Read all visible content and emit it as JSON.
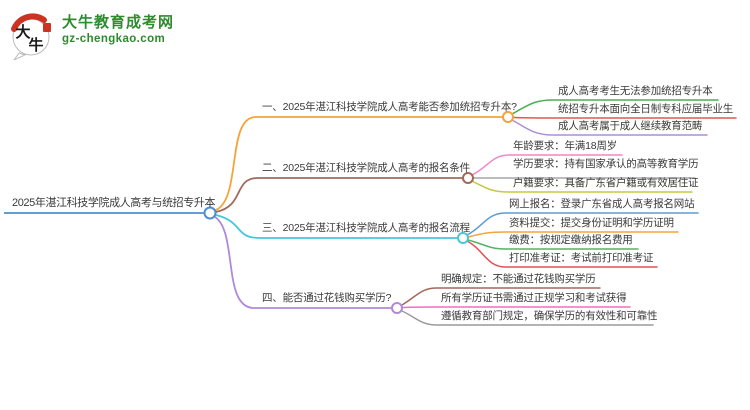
{
  "logo": {
    "title": "大牛教育成考网",
    "url": "gz-chengkao.com",
    "emblem_char_1": "大",
    "emblem_char_2": "牛",
    "brand_green": "#2e8b2e",
    "brand_red": "#cc3322"
  },
  "palette": {
    "root_blue": "#4a90d2",
    "branch1_orange": "#f5a33c",
    "branch2_brown": "#a0695a",
    "branch3_cyan": "#45c8dc",
    "branch4_purple": "#b08ad8",
    "green": "#4caf50",
    "red": "#e25554",
    "light_purple": "#ab8fd6",
    "pink": "#ef86c3",
    "gray": "#a5a5a5",
    "yellow_green": "#c5c93e",
    "blue": "#5b9bd5",
    "orange": "#f5a33c",
    "mid_green": "#53b365",
    "soft_red": "#e05156",
    "magenta_pink": "#ee6fc0",
    "dark_gray": "#9a9a9a"
  },
  "mindmap": {
    "root": {
      "label": "2025年湛江科技学院成人高考与统招专升本",
      "color": "#4a90d2"
    },
    "branches": [
      {
        "label": "一、2025年湛江科技学院成人高考能否参加统招专升本?",
        "color": "#f5a33c",
        "children": [
          {
            "label": "成人高考考生无法参加统招专升本",
            "color": "#4caf50"
          },
          {
            "label": "统招专升本面向全日制专科应届毕业生",
            "color": "#e25554"
          },
          {
            "label": "成人高考属于成人继续教育范畴",
            "color": "#ab8fd6"
          }
        ]
      },
      {
        "label": "二、2025年湛江科技学院成人高考的报名条件",
        "color": "#a0695a",
        "children": [
          {
            "label": "年龄要求：年满18周岁",
            "color": "#ef86c3"
          },
          {
            "label": "学历要求：持有国家承认的高等教育学历",
            "color": "#a5a5a5"
          },
          {
            "label": "户籍要求：具备广东省户籍或有效居住证",
            "color": "#c5c93e"
          }
        ]
      },
      {
        "label": "三、2025年湛江科技学院成人高考的报名流程",
        "color": "#45c8dc",
        "children": [
          {
            "label": "网上报名：登录广东省成人高考报名网站",
            "color": "#5b9bd5"
          },
          {
            "label": "资料提交：提交身份证明和学历证明",
            "color": "#f5a33c"
          },
          {
            "label": "缴费：按规定缴纳报名费用",
            "color": "#53b365"
          },
          {
            "label": "打印准考证：考试前打印准考证",
            "color": "#e05156"
          }
        ]
      },
      {
        "label": "四、能否通过花钱购买学历?",
        "color": "#b08ad8",
        "children": [
          {
            "label": "明确规定：不能通过花钱购买学历",
            "color": "#a0695a"
          },
          {
            "label": "所有学历证书需通过正规学习和考试获得",
            "color": "#ee6fc0"
          },
          {
            "label": "遵循教育部门规定，确保学历的有效性和可靠性",
            "color": "#9a9a9a"
          }
        ]
      }
    ]
  }
}
